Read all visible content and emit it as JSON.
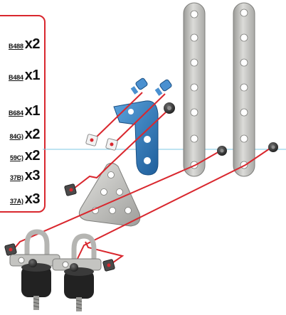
{
  "parts_list": [
    {
      "code": "B488",
      "qty": "x2"
    },
    {
      "code": "B484",
      "qty": "x1"
    },
    {
      "code": "B684",
      "qty": "x1"
    },
    {
      "code": "84G)",
      "qty": "x2"
    },
    {
      "code": "59C)",
      "qty": "x2"
    },
    {
      "code": "37B)",
      "qty": "x3"
    },
    {
      "code": "37A)",
      "qty": "x3"
    }
  ],
  "colors": {
    "accent_red": "#d9272e",
    "guide_line": "#7ec8e3",
    "steel": "#c9c9c6",
    "bracket_blue": "#3a7fc0",
    "rubber": "#222222"
  }
}
